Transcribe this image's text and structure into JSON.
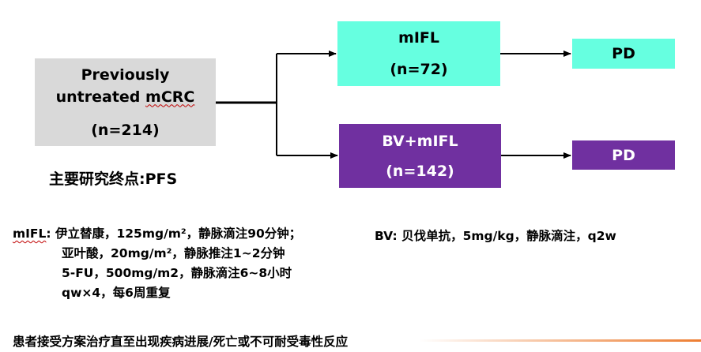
{
  "start": {
    "line1": "Previously",
    "line2_a": "untreated ",
    "line2_b": "mCRC",
    "n": "(n=214)"
  },
  "arm1": {
    "label": "mIFL",
    "n": "(n=72)",
    "outcome": "PD"
  },
  "arm2": {
    "label": "BV+mIFL",
    "n": "(n=142)",
    "outcome": "PD"
  },
  "endpoint": "主要研究终点:PFS",
  "regimen_mifl": {
    "name": "mIFL",
    "line1": ": 伊立替康，125mg/m²，静脉滴注90分钟；",
    "line2": "亚叶酸，20mg/m²，静脉推注1~2分钟",
    "line3": "5-FU，500mg/m2，静脉滴注6~8小时",
    "line4": "qw×4，每6周重复"
  },
  "regimen_bv": "BV: 贝伐单抗，5mg/kg，静脉滴注，q2w",
  "footer": "患者接受方案治疗直至出现疾病进展/死亡或不可耐受毒性反应",
  "colors": {
    "teal": "#66ffe0",
    "purple": "#7030a0",
    "gray": "#d9d9d9",
    "accent_line": "#ed7d31"
  }
}
